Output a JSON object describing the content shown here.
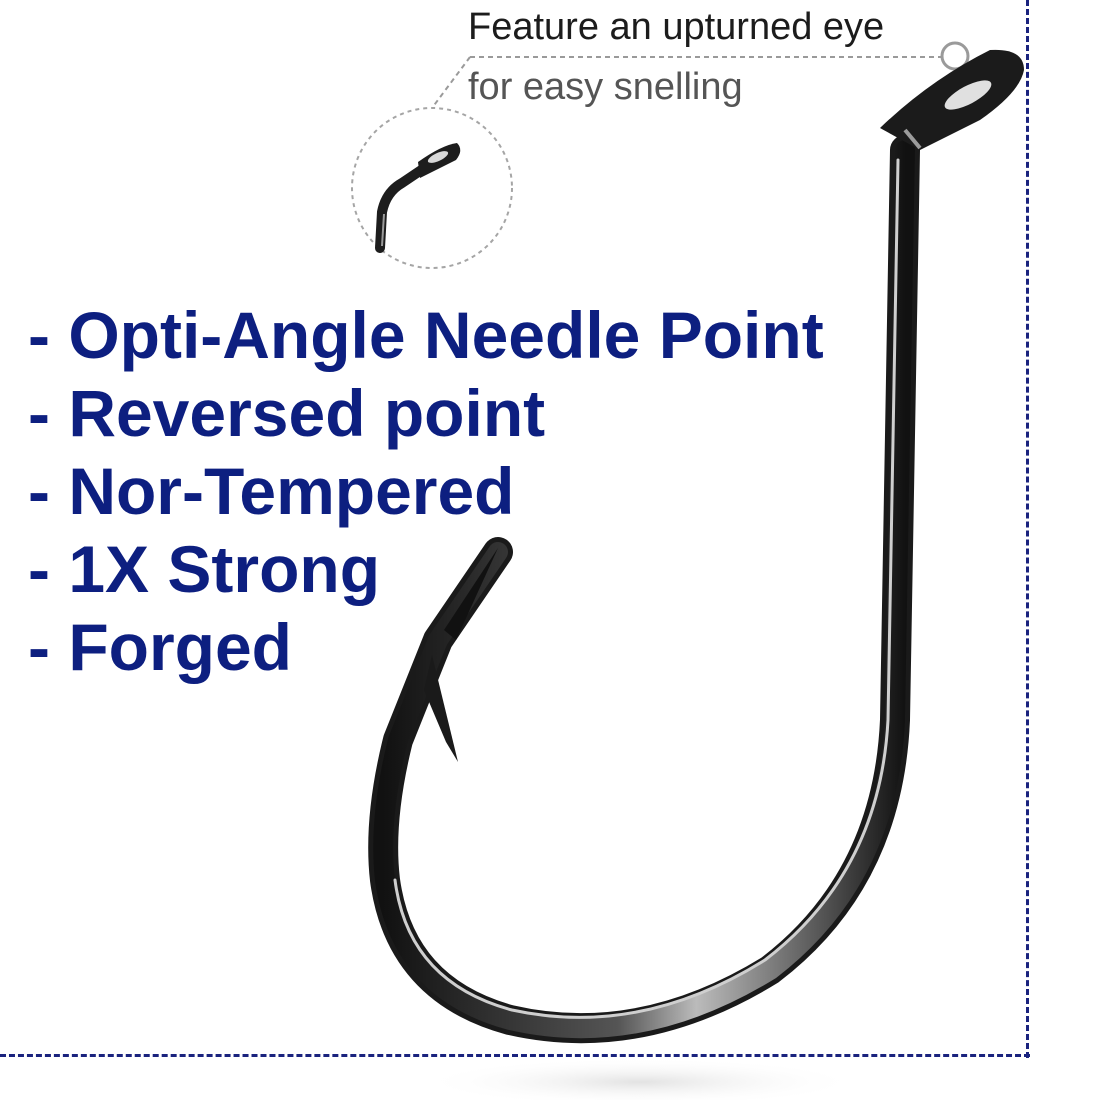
{
  "callout": {
    "title": "Feature an upturned eye",
    "subtitle": "for easy snelling"
  },
  "features": [
    "- Opti-Angle Needle Point",
    "- Reversed point",
    "- Nor-Tempered",
    "- 1X Strong",
    "- Forged"
  ],
  "colors": {
    "feature_text": "#0d1f80",
    "frame_border": "#1a237e",
    "hook_metal": "#2a2a2a"
  }
}
